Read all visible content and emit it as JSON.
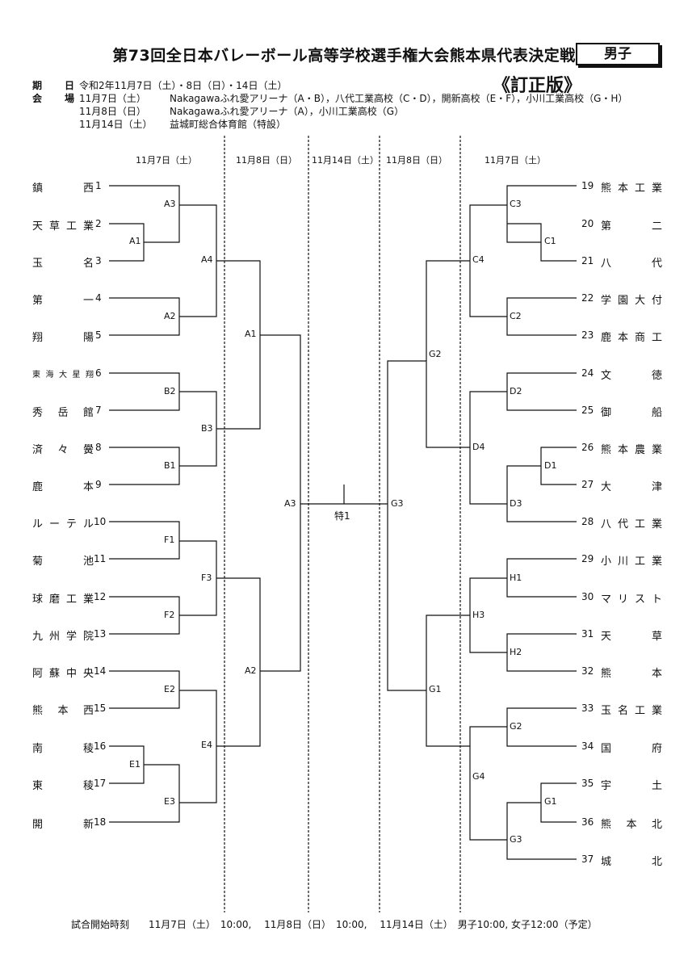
{
  "title": "第73回全日本バレーボール高等学校選手権大会熊本県代表決定戦",
  "gender_badge": "男子",
  "revised": "《訂正版》",
  "info": {
    "dates_label": "期　日",
    "dates_value": "令和2年11月7日（土）・8日（日）・14日（土）",
    "venue_label": "会　場",
    "venues": [
      {
        "day": "11月7日（土）",
        "places": "Nakagawaふれ愛アリーナ（A・B），八代工業高校（C・D），開新高校（E・F），小川工業高校（G・H）"
      },
      {
        "day": "11月8日（日）",
        "places": "Nakagawaふれ愛アリーナ（A），小川工業高校（G）"
      },
      {
        "day": "11月14日（土）",
        "places": "益城町総合体育館（特設）"
      }
    ]
  },
  "column_days": [
    "11月7日（土）",
    "11月8日（日）",
    "11月14日（土）",
    "11月8日（日）",
    "11月7日（土）"
  ],
  "left_teams": [
    {
      "name": "鎮　西",
      "seed": "1"
    },
    {
      "name": "天草工業",
      "seed": "2"
    },
    {
      "name": "玉　名",
      "seed": "3"
    },
    {
      "name": "第　一",
      "seed": "4"
    },
    {
      "name": "翔　陽",
      "seed": "5"
    },
    {
      "name": "東海大星翔",
      "seed": "6"
    },
    {
      "name": "秀岳館",
      "seed": "7"
    },
    {
      "name": "済々黌",
      "seed": "8"
    },
    {
      "name": "鹿　本",
      "seed": "9"
    },
    {
      "name": "ルーテル",
      "seed": "10"
    },
    {
      "name": "菊　池",
      "seed": "11"
    },
    {
      "name": "球磨工業",
      "seed": "12"
    },
    {
      "name": "九州学院",
      "seed": "13"
    },
    {
      "name": "阿蘇中央",
      "seed": "14"
    },
    {
      "name": "熊本西",
      "seed": "15"
    },
    {
      "name": "南　稜",
      "seed": "16"
    },
    {
      "name": "東　稜",
      "seed": "17"
    },
    {
      "name": "開　新",
      "seed": "18"
    }
  ],
  "right_teams": [
    {
      "name": "熊本工業",
      "seed": "19"
    },
    {
      "name": "第　二",
      "seed": "20"
    },
    {
      "name": "八　代",
      "seed": "21"
    },
    {
      "name": "学園大付",
      "seed": "22"
    },
    {
      "name": "鹿本商工",
      "seed": "23"
    },
    {
      "name": "文　徳",
      "seed": "24"
    },
    {
      "name": "御　船",
      "seed": "25"
    },
    {
      "name": "熊本農業",
      "seed": "26"
    },
    {
      "name": "大　津",
      "seed": "27"
    },
    {
      "name": "八代工業",
      "seed": "28"
    },
    {
      "name": "小川工業",
      "seed": "29"
    },
    {
      "name": "マリスト",
      "seed": "30"
    },
    {
      "name": "天　草",
      "seed": "31"
    },
    {
      "name": "熊　本",
      "seed": "32"
    },
    {
      "name": "玉名工業",
      "seed": "33"
    },
    {
      "name": "国　府",
      "seed": "34"
    },
    {
      "name": "宇　土",
      "seed": "35"
    },
    {
      "name": "熊本北",
      "seed": "36"
    },
    {
      "name": "城　北",
      "seed": "37"
    }
  ],
  "match_labels": {
    "A1l": "A1",
    "A2l": "A2",
    "A3l": "A3",
    "A4": "A4",
    "B1": "B1",
    "B2": "B2",
    "B3": "B3",
    "E1": "E1",
    "E2": "E2",
    "E3": "E3",
    "E4": "E4",
    "F1": "F1",
    "F2": "F2",
    "F3": "F3",
    "A1": "A1",
    "A2": "A2",
    "A3": "A3",
    "final": "特1",
    "C1": "C1",
    "C2": "C2",
    "C3": "C3",
    "C4": "C4",
    "D1": "D1",
    "D2": "D2",
    "D3": "D3",
    "D4": "D4",
    "H1": "H1",
    "H2": "H2",
    "H3": "H3",
    "G1r": "G1",
    "G2r": "G2",
    "G3r": "G3",
    "G4": "G4",
    "G2": "G2",
    "G1": "G1",
    "G3": "G3"
  },
  "footer": "試合開始時刻　　11月7日（土）　10:00,　 11月8日（日）　10:00,　 11月14日（土）　男子10:00, 女子12:00（予定）"
}
